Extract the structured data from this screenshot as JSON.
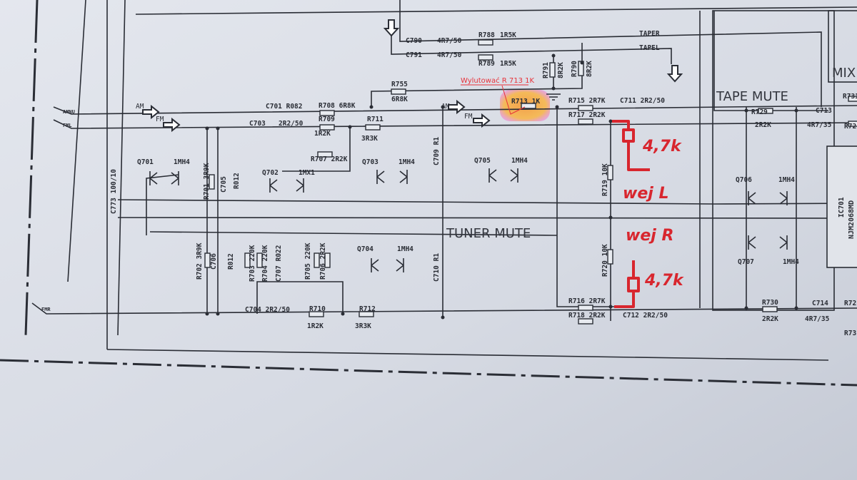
{
  "signals": {
    "taper": "TAPER",
    "tapel": "TAPEL",
    "amnu": "AMNU",
    "fml": "FML",
    "fmr": "FMR",
    "am_in": "AM",
    "fm_in": "FM",
    "am_out": "AM",
    "fm_out": "FM"
  },
  "blocks": {
    "tuner_mute": "TUNER MUTE",
    "tape_mute": "TAPE MUTE",
    "mix": "MIX"
  },
  "components": {
    "c790": "C790",
    "c790_v": "4R7/50",
    "r788": "R788",
    "r788_v": "1R5K",
    "c791": "C791",
    "c791_v": "4R7/50",
    "r789": "R789",
    "r789_v": "1R5K",
    "r791": "R791",
    "r791_v": "8R2K",
    "r790": "R790",
    "r790_v": "8R2K",
    "r755": "R755",
    "r755_v": "6R8K",
    "r713": "R713 1K",
    "r715": "R715 2R7K",
    "c711": "C711 2R2/50",
    "r717": "R717 2R2K",
    "c701": "C701 R082",
    "r708": "R708 6R8K",
    "c703": "C703",
    "c703_v": "2R2/50",
    "r709": "R709",
    "r709_v": "1R2K",
    "r711": "R711",
    "r711_v": "3R3K",
    "c709": "C709 R1",
    "q701": "Q701",
    "q701_t": "1MH4",
    "r701": "R701 3R9K",
    "c705": "C705",
    "r812a": "R012",
    "c773": "C773 100/10",
    "q702": "Q702",
    "q702_t": "1MX1",
    "r707": "R707 2R2K",
    "q703": "Q703",
    "q703_t": "1MH4",
    "q705": "Q705",
    "q705_t": "1MH4",
    "r719": "R719 10K",
    "r720": "R720 10K",
    "q704": "Q704",
    "q704_t": "1MH4",
    "r702": "R702 3R9K",
    "c706": "C706",
    "r012b": "R012",
    "r703": "R703 220K",
    "r704": "R704 220K",
    "c707": "C707 R022",
    "r705": "R705 220K",
    "r706": "R706 2R2K",
    "c710": "C710 R1",
    "r716": "R716 2R7K",
    "r718": "R718 2R2K",
    "c712": "C712 2R2/50",
    "c704": "C704 2R2/50",
    "r710": "R710",
    "r710_v": "1R2K",
    "r712": "R712",
    "r712_v": "3R3K",
    "r729": "R729",
    "r729_v": "2R2K",
    "c713": "C713",
    "c713_v": "4R7/35",
    "q706": "Q706",
    "q706_t": "1MH4",
    "q707": "Q707",
    "q707_t": "1MH4",
    "ic701": "IC701",
    "ic701_t": "NJM2068MD",
    "r730": "R730",
    "r730_v": "2R2K",
    "c714": "C714",
    "c714_v": "4R7/35",
    "r731": "R731",
    "r72a": "R72",
    "r72b": "R72",
    "r73": "R73"
  },
  "annotations": {
    "note": "Wylutować R 713 1K",
    "hw_top_res": "4,7k",
    "hw_in_l": "wej L",
    "hw_in_r": "wej R",
    "hw_bottom_res": "4,7k"
  },
  "colors": {
    "ink": "#2a2d35",
    "paper": "#d9dde5",
    "annotation_red": "#d8262e",
    "highlight": "#f7a43a"
  }
}
